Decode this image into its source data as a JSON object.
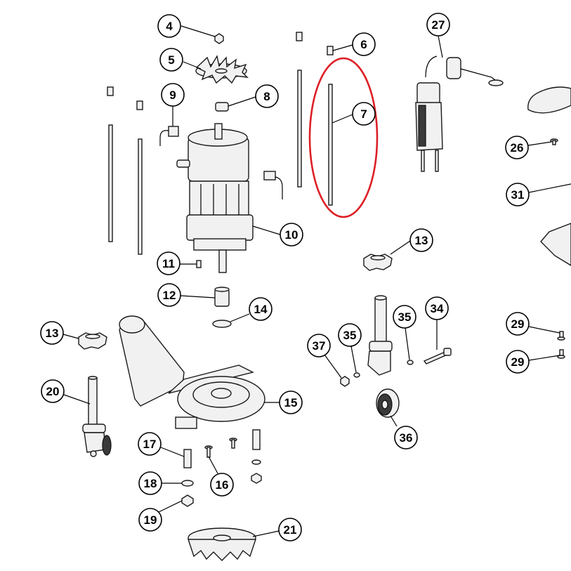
{
  "diagram": {
    "highlight_color": "#dd1f26",
    "highlighted_part": "7",
    "callouts": [
      {
        "id": "c4",
        "label": "4"
      },
      {
        "id": "c5",
        "label": "5"
      },
      {
        "id": "c6",
        "label": "6"
      },
      {
        "id": "c7",
        "label": "7"
      },
      {
        "id": "c8",
        "label": "8"
      },
      {
        "id": "c9",
        "label": "9"
      },
      {
        "id": "c10",
        "label": "10"
      },
      {
        "id": "c11",
        "label": "11"
      },
      {
        "id": "c12",
        "label": "12"
      },
      {
        "id": "c13a",
        "label": "13"
      },
      {
        "id": "c13b",
        "label": "13"
      },
      {
        "id": "c14",
        "label": "14"
      },
      {
        "id": "c15",
        "label": "15"
      },
      {
        "id": "c16",
        "label": "16"
      },
      {
        "id": "c17",
        "label": "17"
      },
      {
        "id": "c18",
        "label": "18"
      },
      {
        "id": "c19",
        "label": "19"
      },
      {
        "id": "c20",
        "label": "20"
      },
      {
        "id": "c21",
        "label": "21"
      },
      {
        "id": "c26",
        "label": "26"
      },
      {
        "id": "c27",
        "label": "27"
      },
      {
        "id": "c29a",
        "label": "29"
      },
      {
        "id": "c29b",
        "label": "29"
      },
      {
        "id": "c31",
        "label": "31"
      },
      {
        "id": "c34",
        "label": "34"
      },
      {
        "id": "c35a",
        "label": "35"
      },
      {
        "id": "c35b",
        "label": "35"
      },
      {
        "id": "c36",
        "label": "36"
      },
      {
        "id": "c37",
        "label": "37"
      }
    ]
  }
}
